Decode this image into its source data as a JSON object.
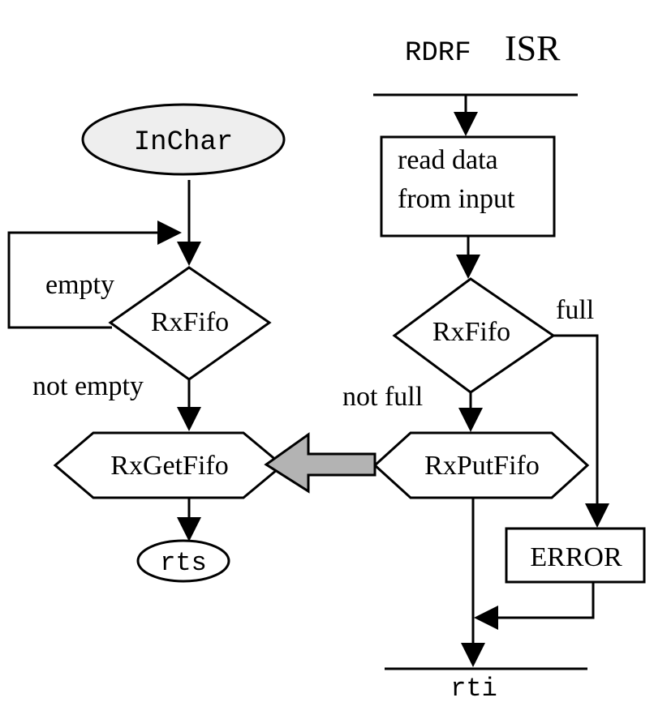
{
  "title": {
    "prefix": "RDRF",
    "suffix": "ISR"
  },
  "left_flow": {
    "start": "InChar",
    "decision": "RxFifo",
    "empty_label": "empty",
    "not_empty_label": "not empty",
    "process": "RxGetFifo",
    "end": "rts"
  },
  "right_flow": {
    "read_line1": "read data",
    "read_line2": "from input",
    "decision": "RxFifo",
    "full_label": "full",
    "not_full_label": "not full",
    "process": "RxPutFifo",
    "error": "ERROR",
    "end": "rti"
  },
  "colors": {
    "line": "#000000",
    "start_fill": "#eeeeee",
    "data_arrow_fill": "#b3b3b3"
  }
}
